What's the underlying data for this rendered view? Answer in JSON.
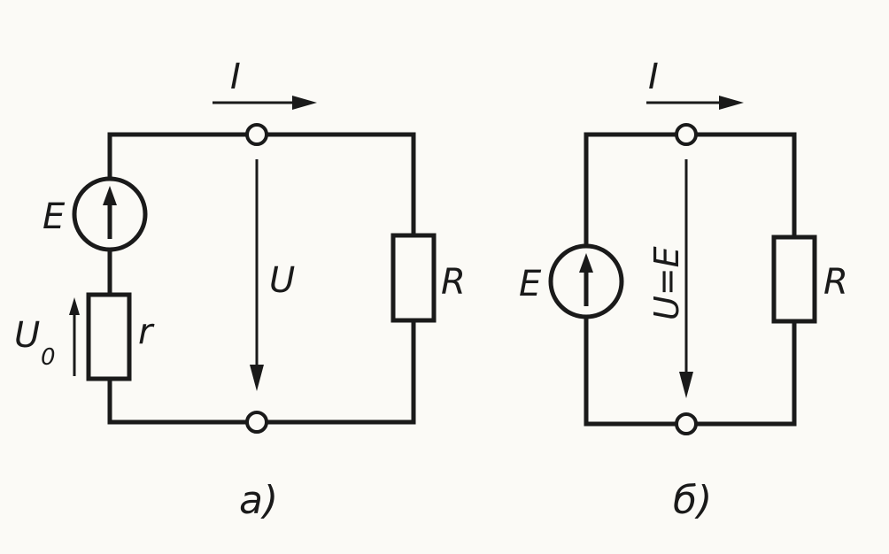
{
  "circuit_a": {
    "current_label": "I",
    "source_label": "E",
    "internal_resistance_label": "r",
    "internal_drop_label": "U",
    "internal_drop_subscript": "0",
    "voltage_label": "U",
    "load_label": "R",
    "caption": "а)"
  },
  "circuit_b": {
    "current_label": "I",
    "source_label": "E",
    "voltage_label": "U=E",
    "load_label": "R",
    "caption": "б)"
  }
}
